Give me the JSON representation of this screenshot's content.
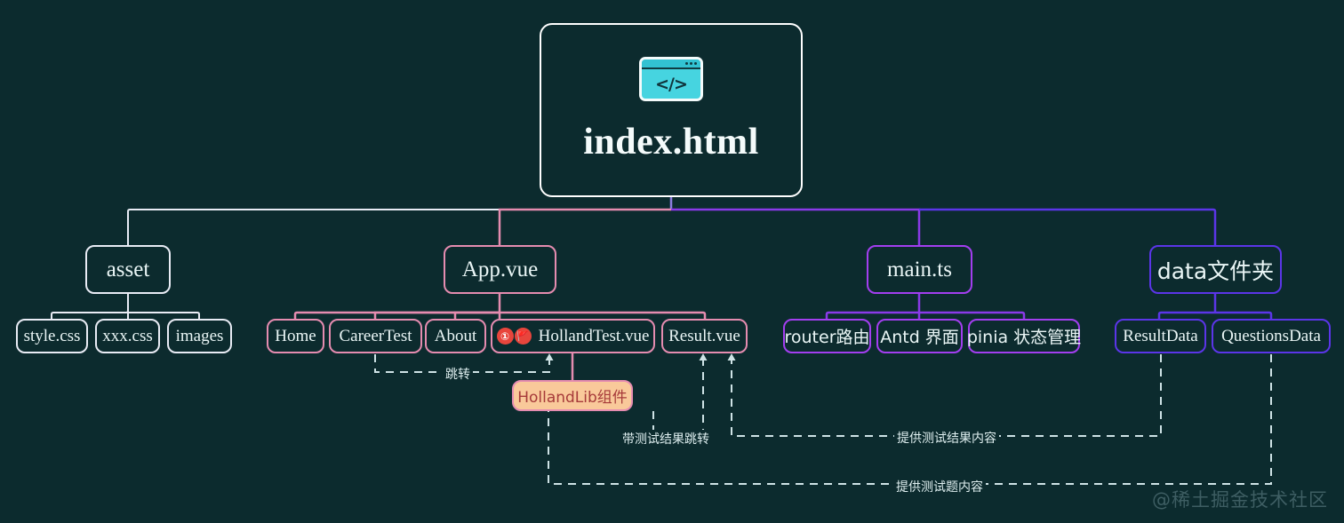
{
  "diagram": {
    "title": "index.html project structure tree",
    "background": "#0c2b2e",
    "watermark": "@稀土掘金技术社区",
    "colors": {
      "white": "#e9ecf5",
      "pink": "#e58cb0",
      "purple": "#a33ef0",
      "blue": "#5b35e8",
      "filled_bg": "#f9c99a",
      "filled_text": "#a63a3a",
      "icon_cyan": "#46d4e0",
      "badge_red": "#e8453c"
    },
    "root": {
      "label": "index.html",
      "icon": "code-window-icon",
      "icon_glyph": "</>"
    },
    "branches": [
      {
        "id": "asset",
        "label": "asset",
        "color": "white",
        "children": [
          {
            "id": "style-css",
            "label": "style.css"
          },
          {
            "id": "xxx-css",
            "label": "xxx.css"
          },
          {
            "id": "images",
            "label": "images"
          }
        ]
      },
      {
        "id": "app-vue",
        "label": "App.vue",
        "color": "pink",
        "children": [
          {
            "id": "home",
            "label": "Home"
          },
          {
            "id": "career-test",
            "label": "CareerTest"
          },
          {
            "id": "about",
            "label": "About"
          },
          {
            "id": "holland-test-vue",
            "label": "HollandTest.vue",
            "badges": [
              "①",
              "🚩"
            ]
          },
          {
            "id": "result-vue",
            "label": "Result.vue"
          }
        ]
      },
      {
        "id": "main-ts",
        "label": "main.ts",
        "color": "purple",
        "children": [
          {
            "id": "router",
            "label": "router路由"
          },
          {
            "id": "antd",
            "label": "Antd 界面"
          },
          {
            "id": "pinia",
            "label": "pinia 状态管理"
          }
        ]
      },
      {
        "id": "data-folder",
        "label": "data文件夹",
        "color": "blue",
        "children": [
          {
            "id": "result-data",
            "label": "ResultData"
          },
          {
            "id": "questions-data",
            "label": "QuestionsData"
          }
        ]
      }
    ],
    "floating_nodes": [
      {
        "id": "holland-lib",
        "label": "HollandLib组件",
        "style": "filled"
      }
    ],
    "edge_labels": [
      {
        "id": "jump",
        "text": "跳转"
      },
      {
        "id": "jump-with-result",
        "text": "带测试结果跳转"
      },
      {
        "id": "provide-result-content",
        "text": "提供测试结果内容"
      },
      {
        "id": "provide-question-content",
        "text": "提供测试题内容"
      }
    ]
  }
}
